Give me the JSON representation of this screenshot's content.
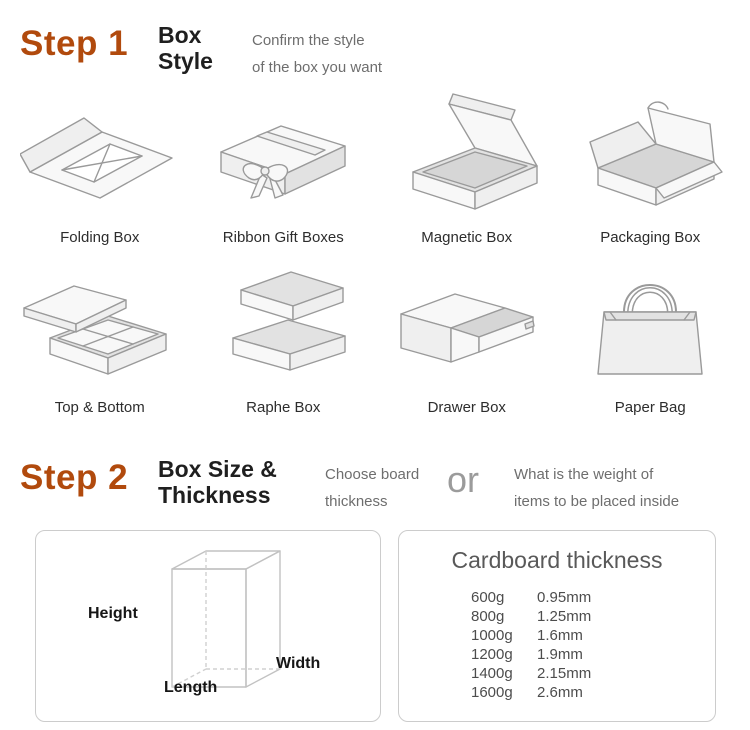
{
  "step1": {
    "label": "Step 1",
    "title": {
      "line1": "Box",
      "line2": "Style"
    },
    "desc": {
      "line1": "Confirm the style",
      "line2": "of the box you want"
    },
    "boxes": [
      {
        "label": "Folding Box"
      },
      {
        "label": "Ribbon Gift Boxes"
      },
      {
        "label": "Magnetic Box"
      },
      {
        "label": "Packaging Box"
      },
      {
        "label": "Top & Bottom"
      },
      {
        "label": "Raphe Box"
      },
      {
        "label": "Drawer Box"
      },
      {
        "label": "Paper Bag"
      }
    ]
  },
  "step2": {
    "label": "Step 2",
    "title": {
      "line1": "Box Size &",
      "line2": "Thickness"
    },
    "desc_left": {
      "line1": "Choose board",
      "line2": "thickness"
    },
    "or_label": "or",
    "desc_right": {
      "line1": "What is the weight of",
      "line2": "items to be placed inside"
    },
    "size_panel": {
      "height_label": "Height",
      "width_label": "Width",
      "length_label": "Length"
    },
    "thickness_panel": {
      "title": "Cardboard thickness",
      "rows": [
        {
          "weight": "600g",
          "thickness": "0.95mm"
        },
        {
          "weight": "800g",
          "thickness": "1.25mm"
        },
        {
          "weight": "1000g",
          "thickness": "1.6mm"
        },
        {
          "weight": "1200g",
          "thickness": "1.9mm"
        },
        {
          "weight": "1400g",
          "thickness": "2.15mm"
        },
        {
          "weight": "1600g",
          "thickness": "2.6mm"
        }
      ]
    }
  },
  "colors": {
    "step_accent": "#b14a0d",
    "heading": "#1f1f1f",
    "muted_text": "#6e6e6e",
    "or_text": "#9b9b9b",
    "line_art": "#9a9a9a",
    "panel_border": "#cccccc"
  }
}
